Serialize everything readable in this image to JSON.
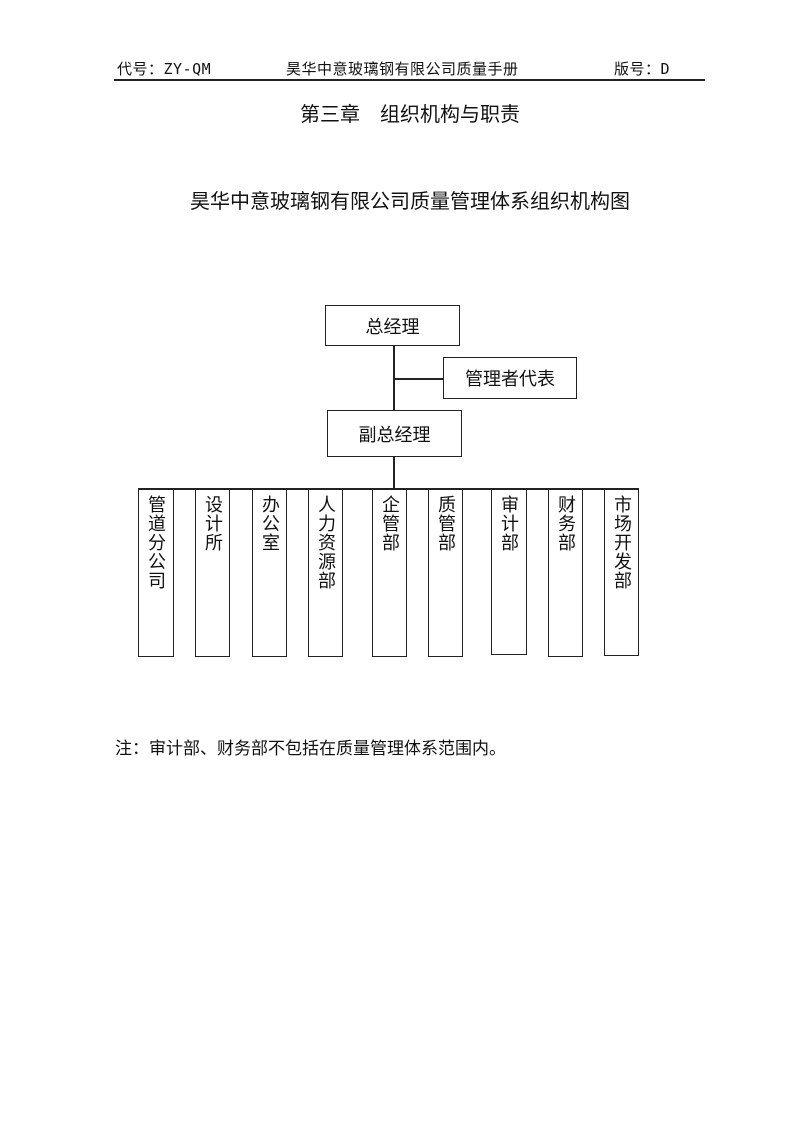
{
  "header": {
    "code": "代号：ZY-QM",
    "manual": "昊华中意玻璃钢有限公司质量手册",
    "version": "版号：D"
  },
  "chapter_title": "第三章　组织机构与职责",
  "chart_title": "昊华中意玻璃钢有限公司质量管理体系组织机构图",
  "org": {
    "ceo": "总经理",
    "mgmt_rep": "管理者代表",
    "vice": "副总经理",
    "departments": [
      "管道分公司",
      "设计所",
      "办公室",
      "人力资源部",
      "企管部",
      "质管部",
      "审计部",
      "财务部",
      "市场开发部"
    ]
  },
  "note": "注：审计部、财务部不包括在质量管理体系范围内。"
}
